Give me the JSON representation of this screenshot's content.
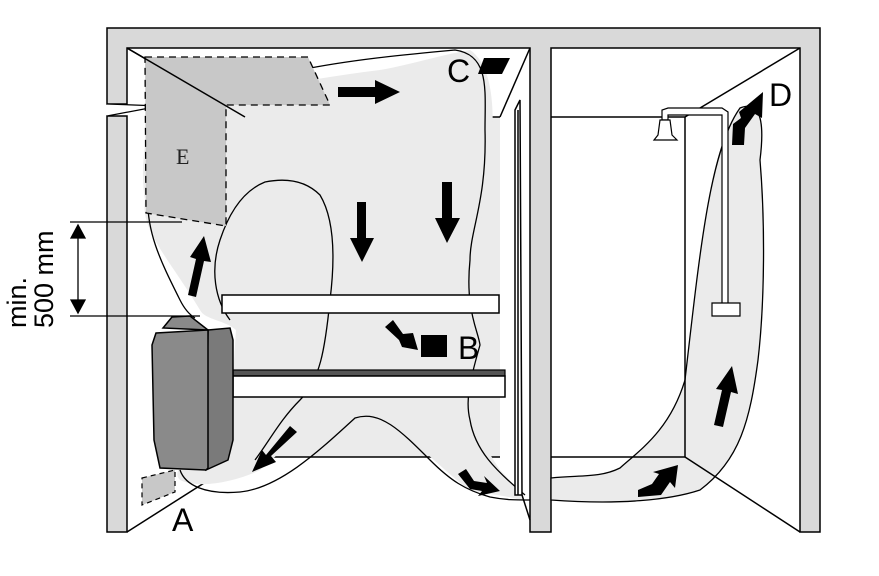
{
  "diagram": {
    "title": "Sauna and shower room ventilation air flow",
    "labels": {
      "a": "A",
      "b": "B",
      "c": "C",
      "d": "D",
      "e": "E"
    },
    "dimension": {
      "line1": "min.",
      "line2": "500 mm"
    },
    "colors": {
      "wall": "#d9d9d9",
      "airflow": "#ebebeb",
      "zone_e": "#c8c8c8",
      "heater": "#8a8a8a",
      "heater_side": "#7a7a7a",
      "stroke": "#000000",
      "arrow": "#000000",
      "background": "#ffffff"
    }
  }
}
